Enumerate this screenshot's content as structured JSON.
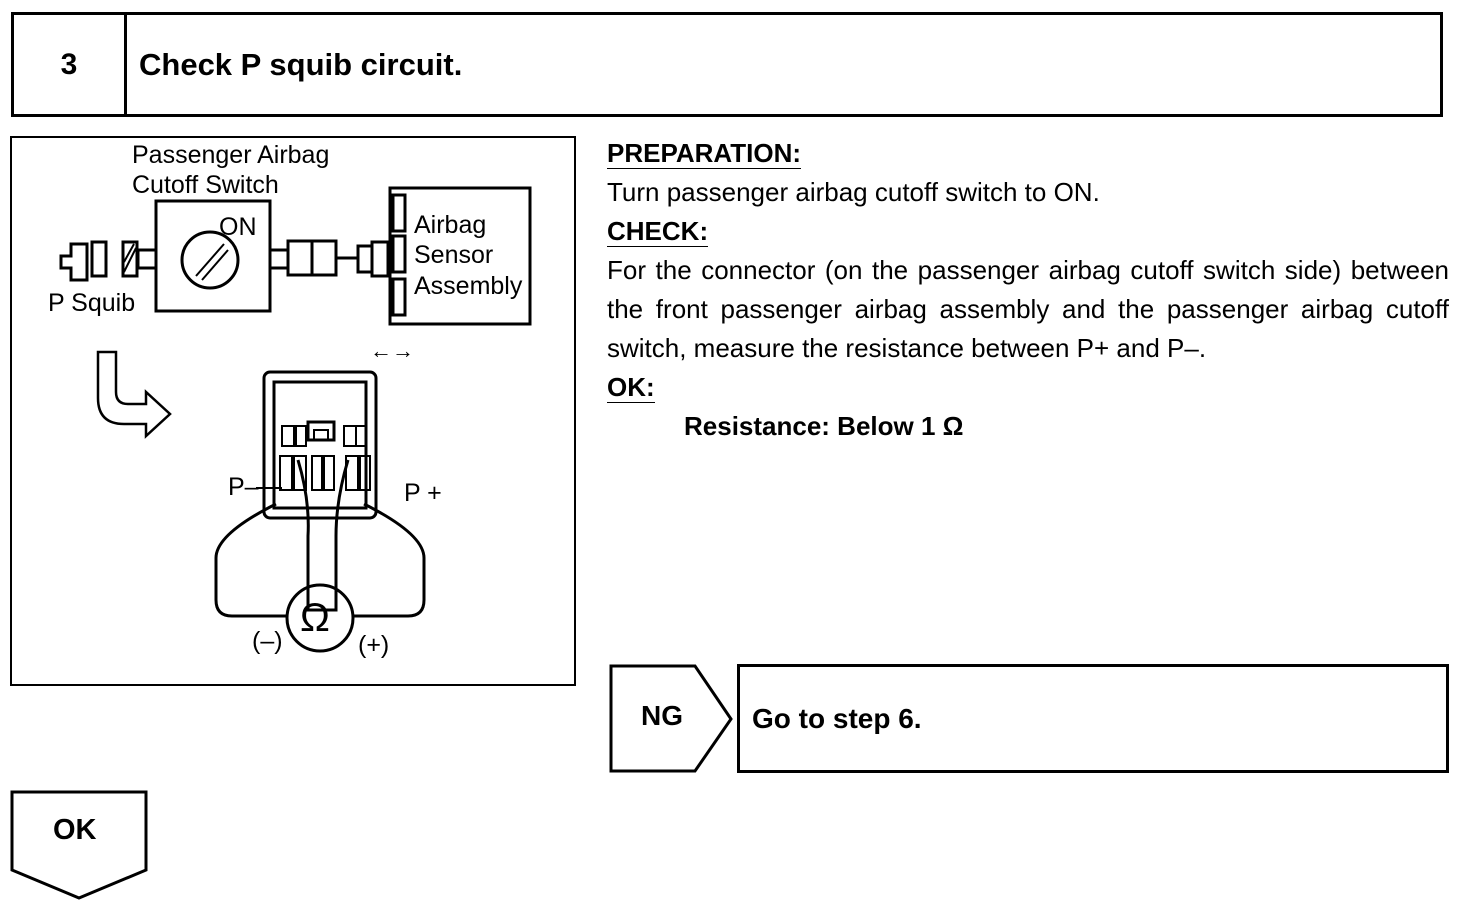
{
  "step": {
    "number": "3",
    "title": "Check P squib circuit."
  },
  "figure": {
    "switch_label_line1": "Passenger Airbag",
    "switch_label_line2": "Cutoff Switch",
    "on_label": "ON",
    "sensor_line1": "Airbag",
    "sensor_line2": "Sensor",
    "sensor_line3": "Assembly",
    "squib_label": "P Squib",
    "arrows": "←→",
    "p_minus": "P–",
    "p_plus": "P +",
    "ohm_symbol": "Ω",
    "neg_probe": "(–)",
    "pos_probe": "(+)"
  },
  "instructions": {
    "preparation_heading": "PREPARATION:",
    "preparation_text": "Turn passenger airbag cutoff switch to ON.",
    "check_heading": "CHECK:",
    "check_text": "For the connector (on the passenger airbag cutoff switch side) between the front passenger airbag assembly and the passenger airbag cutoff switch, measure the resistance between P+ and P–.",
    "ok_heading": "OK:",
    "ok_spec": "Resistance: Below 1 Ω"
  },
  "ng": {
    "label": "NG",
    "action": "Go to step 6."
  },
  "ok": {
    "label": "OK"
  }
}
